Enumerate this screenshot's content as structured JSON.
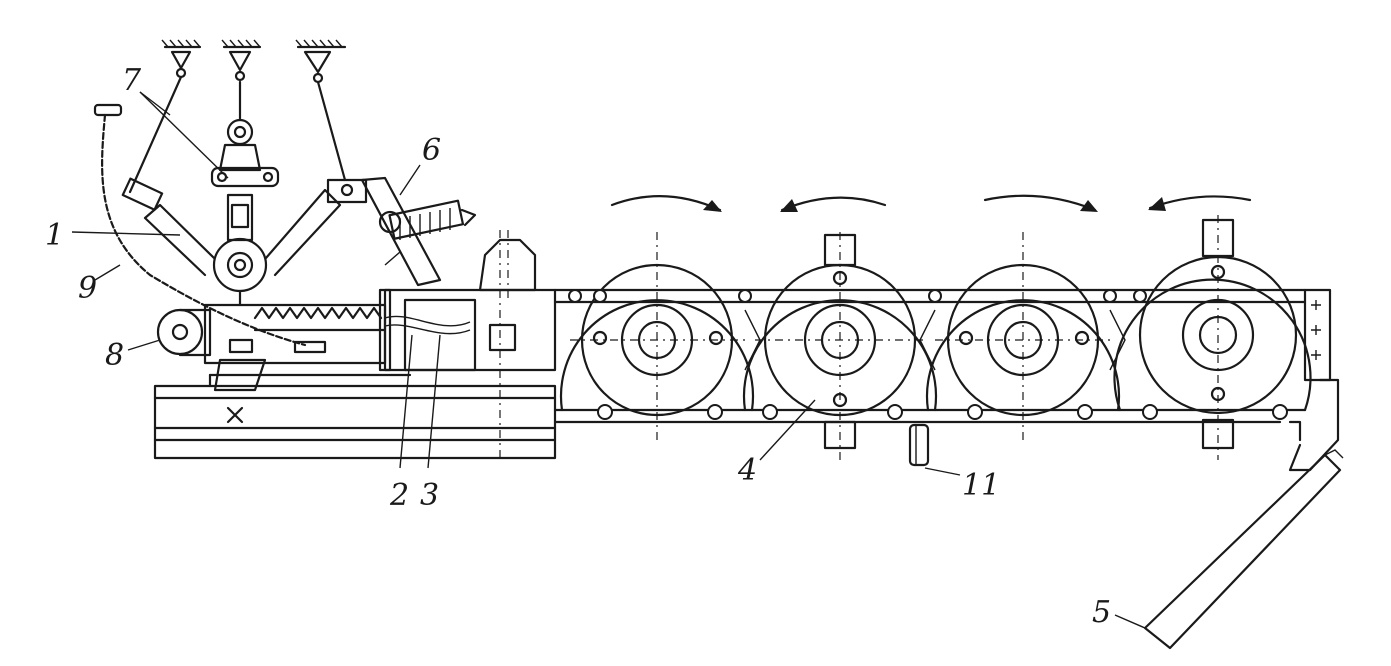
{
  "labels": {
    "l1": "1",
    "l2": "2",
    "l3": "3",
    "l4": "4",
    "l5": "5",
    "l6": "6",
    "l7": "7",
    "l8": "8",
    "l9": "9",
    "l11": "11"
  },
  "colors": {
    "ink": "#1a1a1a",
    "paper": "#ffffff"
  }
}
